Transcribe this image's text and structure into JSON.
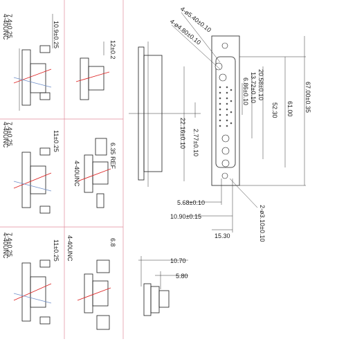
{
  "colors": {
    "line": "#1a1a1a",
    "divider": "#e08a9a",
    "wire_red": "#d22222",
    "wire_blue": "#6f8fc8"
  },
  "left_panels": [
    {
      "dim_a": "7.4±0.25",
      "thread": "4-40UNC",
      "dim_b": "10.9±0.25",
      "dim_c": "12±0.2"
    },
    {
      "dim_a": "7.4±0.25",
      "thread": "4-40UNC",
      "dim_b": "11±0.25",
      "dim_c": "6.35 REF",
      "thread2": "4-40UNC"
    },
    {
      "dim_a": "7.4±0.25",
      "thread": "4-40UNC",
      "dim_b": "11±0.25",
      "thread2": "4-40UNC",
      "dim_c": "6.8"
    }
  ],
  "front_view": {
    "holes_label_1": "4-ø5.40±0.10",
    "holes_label_2": "4-ø4.80±0.10",
    "dim_vertical": [
      "20.58±0.10",
      "13.72±0.10",
      "6.86±0.10",
      "22.16±0.10",
      "2.77±0.10",
      "52.30",
      "61.00",
      "67.00±0.35"
    ],
    "dim_bottom": [
      "5.68±0.10",
      "10.90±0.15",
      "15.30"
    ],
    "dim_slant": "2-ø3.10±0.10"
  },
  "side_view": {
    "dim_top": "10.70",
    "dim_bottom": "5.80"
  }
}
